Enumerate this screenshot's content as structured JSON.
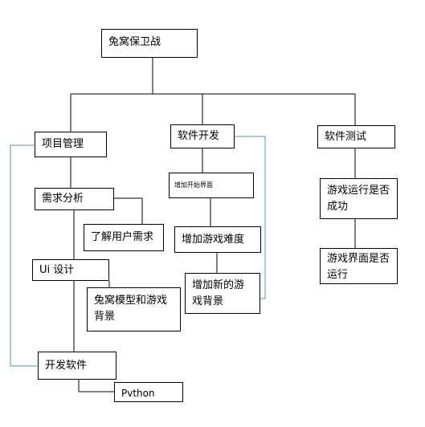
{
  "diagram": {
    "root": "兔窝保卫战",
    "branches": {
      "project_management": "项目管理",
      "software_dev": "软件开发",
      "software_test": "软件测试"
    },
    "project_management_children": {
      "requirements_analysis": "需求分析",
      "understand_user_needs": "了解用户需求",
      "ui_design": "Ui 设计",
      "rabbit_model_and_bg": "兔窝模型和游戏背景",
      "dev_software": "开发软件",
      "python": "Pvthon"
    },
    "software_dev_children": {
      "add_start_screen": "增加开始界面",
      "increase_difficulty": "增加游戏难度",
      "add_new_bg": "增加新的游戏背景"
    },
    "software_test_children": {
      "game_runs_success": "游戏运行是否成功",
      "screen_runs": "游戏界面是否运行"
    },
    "colors": {
      "line": "#000000",
      "accent_line": "#4f95b8"
    }
  }
}
